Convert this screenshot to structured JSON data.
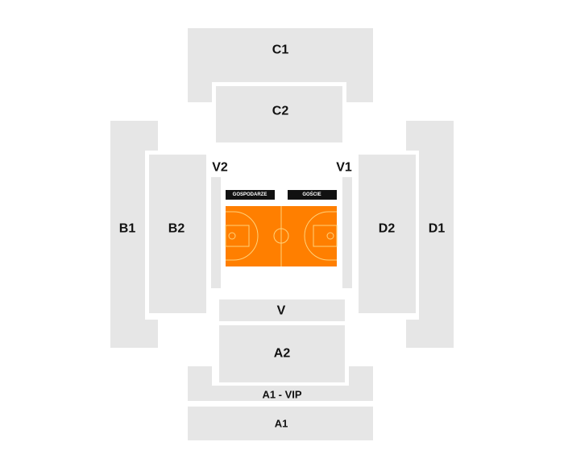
{
  "colors": {
    "section": "#e6e6e6",
    "court": "#ff7f00",
    "court_lines": "#ffd27a",
    "team_label_bg": "#111111"
  },
  "sections": {
    "c1": "C1",
    "c2": "C2",
    "b1": "B1",
    "b2": "B2",
    "d1": "D1",
    "d2": "D2",
    "v1": "V1",
    "v2": "V2",
    "v": "V",
    "a2": "A2",
    "a1_vip": "A1 - VIP",
    "a1": "A1"
  },
  "court": {
    "home_label": "GOSPODARZE",
    "away_label": "GOŚCIE"
  }
}
